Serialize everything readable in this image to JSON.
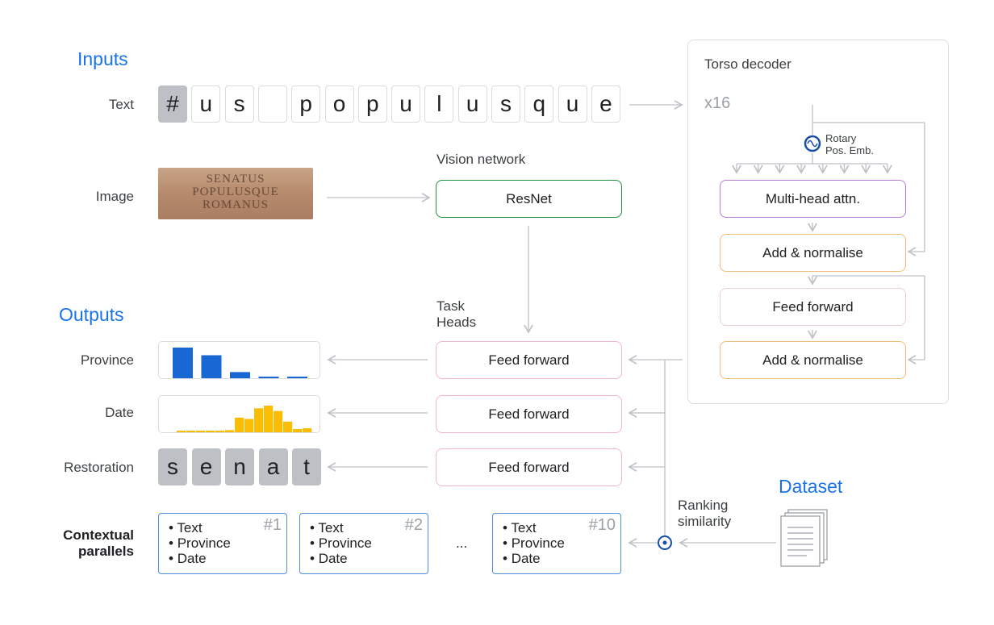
{
  "inputs": {
    "title": "Inputs",
    "text_label": "Text",
    "image_label": "Image",
    "tokens": [
      "#",
      "u",
      "s",
      "",
      "p",
      "o",
      "p",
      "u",
      "l",
      "u",
      "s",
      "q",
      "u",
      "e"
    ],
    "masked_index": 0,
    "inscription": "SENATUS POPULUSQUE ROMANUS"
  },
  "vision": {
    "title": "Vision network",
    "box": "ResNet"
  },
  "task_heads": {
    "title": "Task\nHeads",
    "line1": "Task",
    "line2": "Heads",
    "ff": [
      "Feed forward",
      "Feed forward",
      "Feed forward"
    ]
  },
  "outputs": {
    "title": "Outputs",
    "province_label": "Province",
    "date_label": "Date",
    "restoration_label": "Restoration",
    "restoration_tokens": [
      "s",
      "e",
      "n",
      "a",
      "t"
    ],
    "province_bars": [
      1.0,
      0.75,
      0.2,
      0.05,
      0.05
    ],
    "date_bars": [
      0.02,
      0.02,
      0.02,
      0.02,
      0.02,
      0.08,
      0.55,
      0.5,
      0.9,
      1.0,
      0.8,
      0.4,
      0.12,
      0.15
    ]
  },
  "torso": {
    "title": "Torso decoder",
    "repeat": "x16",
    "rotary_line1": "Rotary",
    "rotary_line2": "Pos. Emb.",
    "blocks": [
      "Multi-head attn.",
      "Add & normalise",
      "Feed forward",
      "Add & normalise"
    ]
  },
  "dataset": {
    "title": "Dataset",
    "ranking1": "Ranking",
    "ranking2": "similarity"
  },
  "parallels": {
    "label1": "Contextual",
    "label2": "parallels",
    "ellipsis": "...",
    "items": [
      {
        "num": "#1",
        "lines": [
          "Text",
          "Province",
          "Date"
        ]
      },
      {
        "num": "#2",
        "lines": [
          "Text",
          "Province",
          "Date"
        ]
      },
      {
        "num": "#10",
        "lines": [
          "Text",
          "Province",
          "Date"
        ]
      }
    ]
  },
  "colors": {
    "accent": "#1a73e8",
    "bar_blue": "#1967d2",
    "bar_yellow": "#fbbc04",
    "token_gray": "#bdc1c6"
  }
}
